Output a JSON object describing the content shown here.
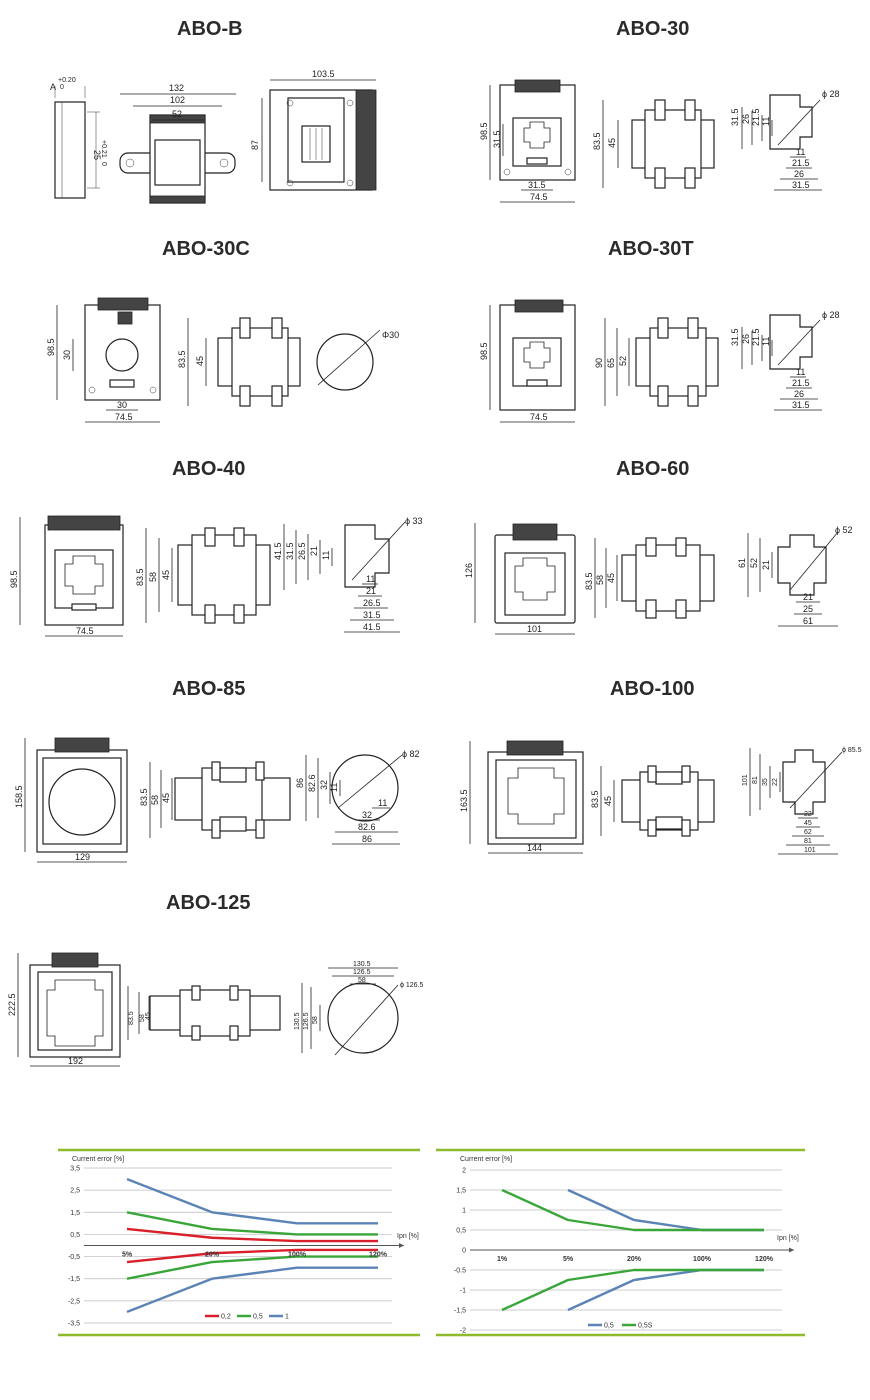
{
  "models": [
    {
      "name": "ABO-B",
      "dims": [
        "A",
        "+0.20",
        "0",
        "25",
        "+0.21",
        "0",
        "132",
        "102",
        "52",
        "103.5",
        "87"
      ]
    },
    {
      "name": "ABO-30",
      "dims": [
        "98.5",
        "31.5",
        "31.5",
        "74.5",
        "83.5",
        "45",
        "31.5",
        "26",
        "21.5",
        "11",
        "11",
        "21.5",
        "26",
        "31.5",
        "ϕ 28"
      ]
    },
    {
      "name": "ABO-30C",
      "dims": [
        "98.5",
        "30",
        "30",
        "74.5",
        "83.5",
        "45",
        "Φ30"
      ]
    },
    {
      "name": "ABO-30T",
      "dims": [
        "98.5",
        "74.5",
        "90",
        "65",
        "52",
        "31.5",
        "26",
        "21.5",
        "11",
        "11",
        "21.5",
        "26",
        "31.5",
        "ϕ 28"
      ]
    },
    {
      "name": "ABO-40",
      "dims": [
        "98.5",
        "74.5",
        "83.5",
        "58",
        "45",
        "41.5",
        "31.5",
        "26.5",
        "21",
        "11",
        "11",
        "21",
        "26.5",
        "31.5",
        "41.5",
        "ϕ 33"
      ]
    },
    {
      "name": "ABO-60",
      "dims": [
        "126",
        "101",
        "83.5",
        "58",
        "45",
        "61",
        "52",
        "21",
        "21",
        "25",
        "61",
        "ϕ 52"
      ]
    },
    {
      "name": "ABO-85",
      "dims": [
        "158.5",
        "129",
        "83.5",
        "58",
        "45",
        "86",
        "82.6",
        "32",
        "11",
        "11",
        "32",
        "82.6",
        "86",
        "ϕ 82"
      ]
    },
    {
      "name": "ABO-100",
      "dims": [
        "163.5",
        "144",
        "83.5",
        "45",
        "101",
        "81",
        "35",
        "22",
        "22",
        "45",
        "62",
        "81",
        "101",
        "ϕ 85.5"
      ]
    },
    {
      "name": "ABO-125",
      "dims": [
        "222.5",
        "192",
        "83.5",
        "58",
        "45",
        "130.5",
        "126.5",
        "58",
        "130.5",
        "126.5",
        "58",
        "ϕ 126.5"
      ]
    }
  ],
  "chart_data": [
    {
      "type": "line",
      "title": "Current error [%]",
      "xlabel": "Ipn [%]",
      "categories": [
        "5%",
        "20%",
        "100%",
        "120%"
      ],
      "ylim": [
        -3.5,
        3.5
      ],
      "yticks": [
        "3,5",
        "2,5",
        "1,5",
        "0,5",
        "-0,5",
        "-1,5",
        "-2,5",
        "-3,5"
      ],
      "ytick_values": [
        3.5,
        2.5,
        1.5,
        0.5,
        -0.5,
        -1.5,
        -2.5,
        -3.5
      ],
      "series": [
        {
          "name": "0,2",
          "color": "#d9202a",
          "upper": [
            0.75,
            0.35,
            0.2,
            0.2
          ],
          "lower": [
            -0.75,
            -0.35,
            -0.2,
            -0.2
          ]
        },
        {
          "name": "0,5",
          "color": "#3aa63a",
          "upper": [
            1.5,
            0.75,
            0.5,
            0.5
          ],
          "lower": [
            -1.5,
            -0.75,
            -0.5,
            -0.5
          ]
        },
        {
          "name": "1",
          "color": "#5b83b5",
          "upper": [
            3.0,
            1.5,
            1.0,
            1.0
          ],
          "lower": [
            -3.0,
            -1.5,
            -1.0,
            -1.0
          ]
        }
      ]
    },
    {
      "type": "line",
      "title": "Current error [%]",
      "xlabel": "Ipn [%]",
      "categories": [
        "1%",
        "5%",
        "20%",
        "100%",
        "120%"
      ],
      "ylim": [
        -2,
        2
      ],
      "yticks": [
        "2",
        "1,5",
        "1",
        "0,5",
        "0",
        "-0.5",
        "-1",
        "-1,5",
        "-2"
      ],
      "ytick_values": [
        2,
        1.5,
        1,
        0.5,
        0,
        -0.5,
        -1,
        -1.5,
        -2
      ],
      "series": [
        {
          "name": "0,5",
          "color": "#5b83b5",
          "upper": [
            null,
            1.5,
            0.75,
            0.5,
            0.5
          ],
          "lower": [
            null,
            -1.5,
            -0.75,
            -0.5,
            -0.5
          ]
        },
        {
          "name": "0,5S",
          "color": "#3aa63a",
          "upper": [
            1.5,
            0.75,
            0.5,
            0.5,
            0.5
          ],
          "lower": [
            -1.5,
            -0.75,
            -0.5,
            -0.5,
            -0.5
          ]
        }
      ]
    }
  ]
}
